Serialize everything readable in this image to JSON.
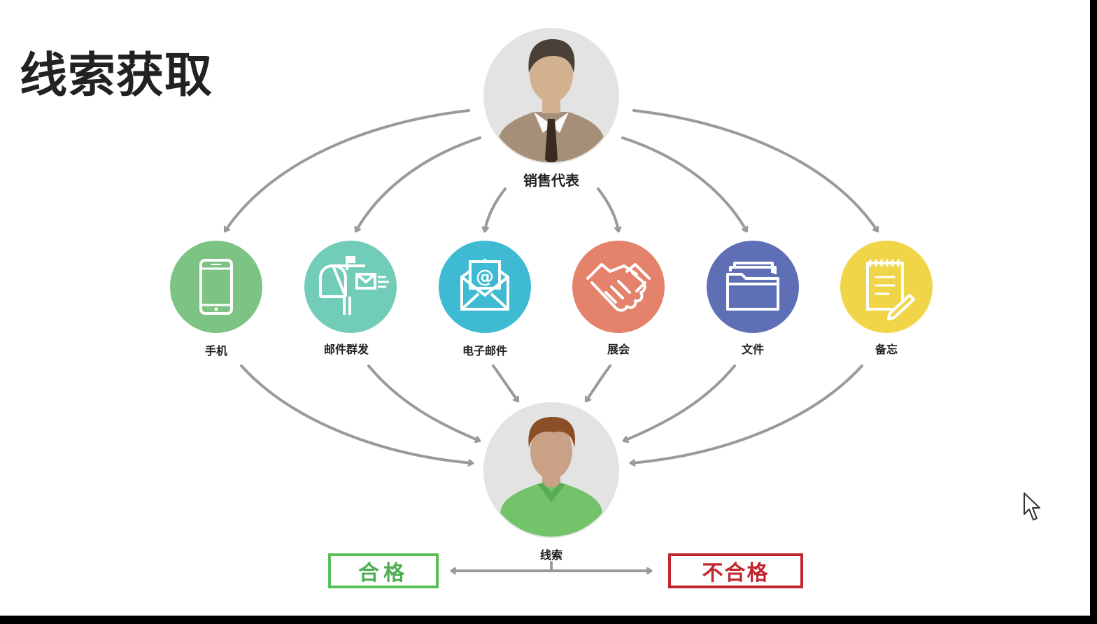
{
  "title": "线索获取",
  "top_person": {
    "label": "销售代表"
  },
  "bottom_person": {
    "label": "线索"
  },
  "channels": [
    {
      "label": "手机",
      "icon": "phone-icon",
      "color": "#7dc383"
    },
    {
      "label": "邮件群发",
      "icon": "mailbox-icon",
      "color": "#72cdb8"
    },
    {
      "label": "电子邮件",
      "icon": "email-icon",
      "color": "#3ebbd2"
    },
    {
      "label": "展会",
      "icon": "handshake-icon",
      "color": "#e4826c"
    },
    {
      "label": "文件",
      "icon": "folder-icon",
      "color": "#5e6fb5"
    },
    {
      "label": "备忘",
      "icon": "notepad-icon",
      "color": "#f1d548"
    }
  ],
  "outcomes": {
    "qualified": "合格",
    "unqualified": "不合格"
  },
  "colors": {
    "arrow": "#9a9a9a",
    "qualified": "#4caf50",
    "unqualified": "#c0262c"
  }
}
